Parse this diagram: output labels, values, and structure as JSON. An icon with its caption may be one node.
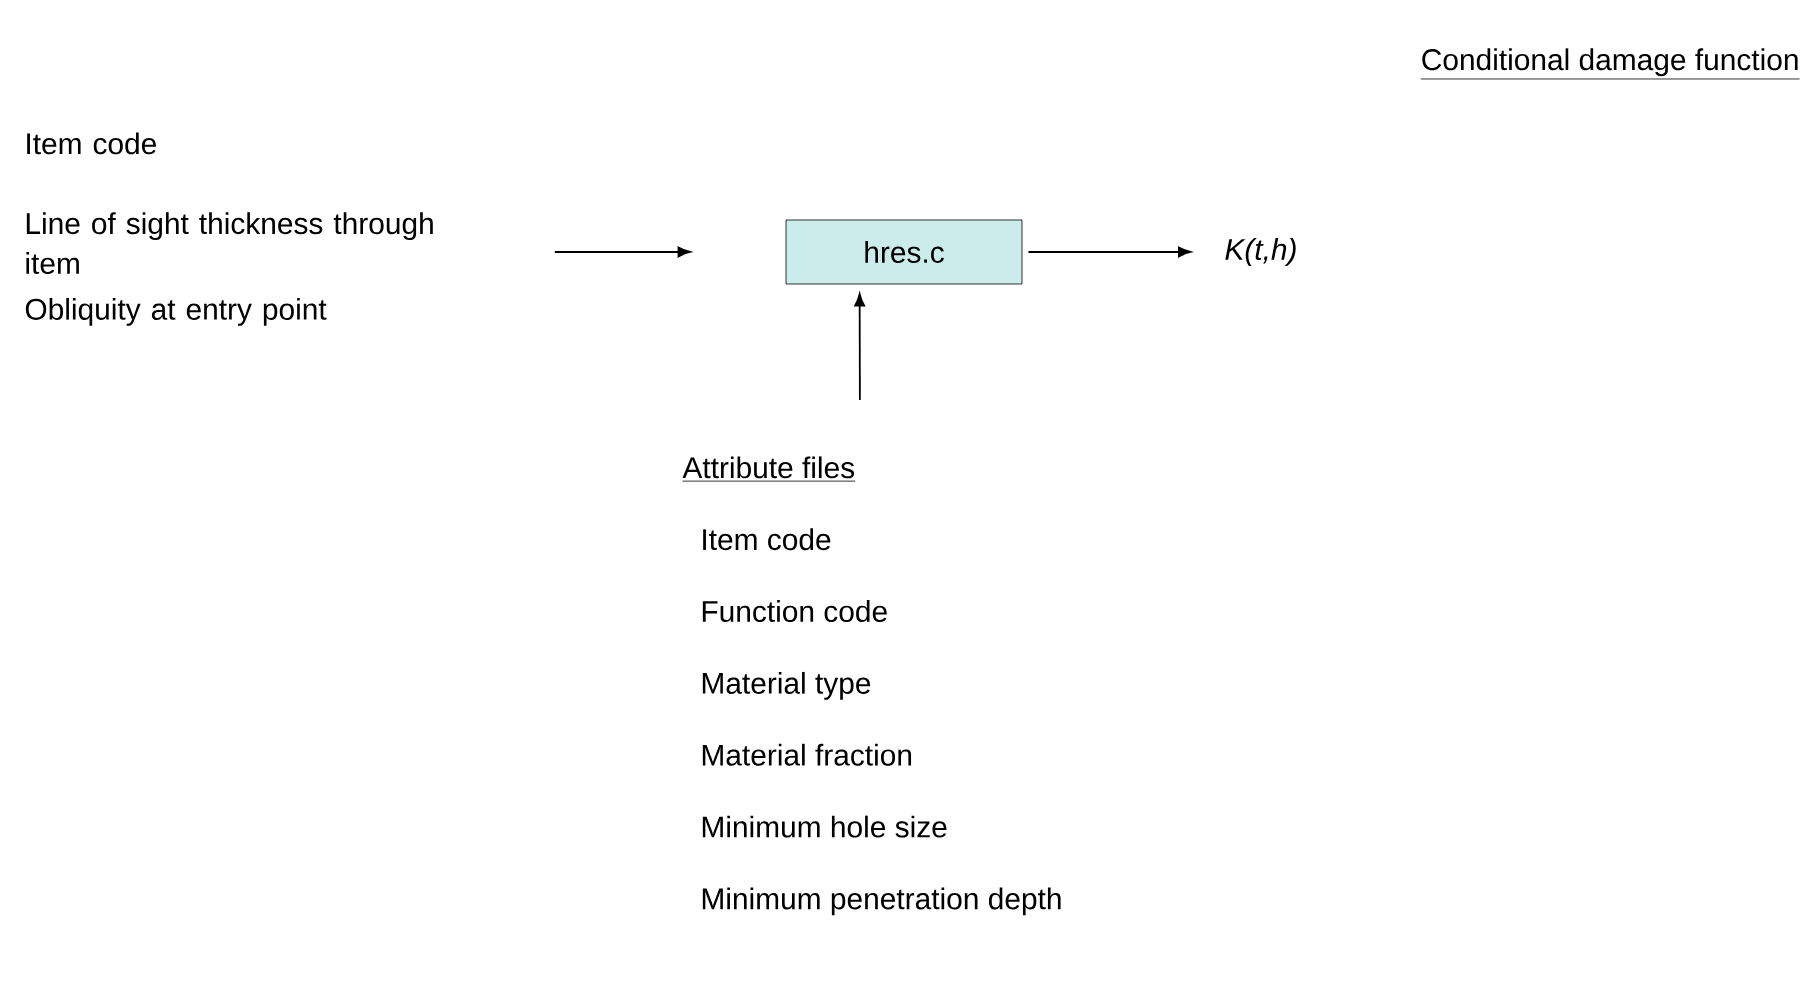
{
  "diagram": {
    "title": "Conditional damage function",
    "nodes": [
      {
        "text": [
          "Item code",
          "Line of sight thickness through item",
          "Obliquity at entry point"
        ]
      },
      {
        "text": [
          "hres.c"
        ]
      },
      {
        "text": [
          "*K(t,h)*"
        ]
      },
      {
        "text": [
          "Attribute files",
          "Item code",
          "Function code",
          "Material type",
          "Material fraction",
          "Minimum hole size",
          "Minimum penetration depth"
        ]
      }
    ],
    "edges": [
      {
        "from": 0,
        "to": 1,
        "arrow": "to"
      },
      {
        "from": 1,
        "to": 2,
        "arrow": "to"
      },
      {
        "from": 3,
        "to": 1,
        "arrow": "to"
      }
    ]
  }
}
